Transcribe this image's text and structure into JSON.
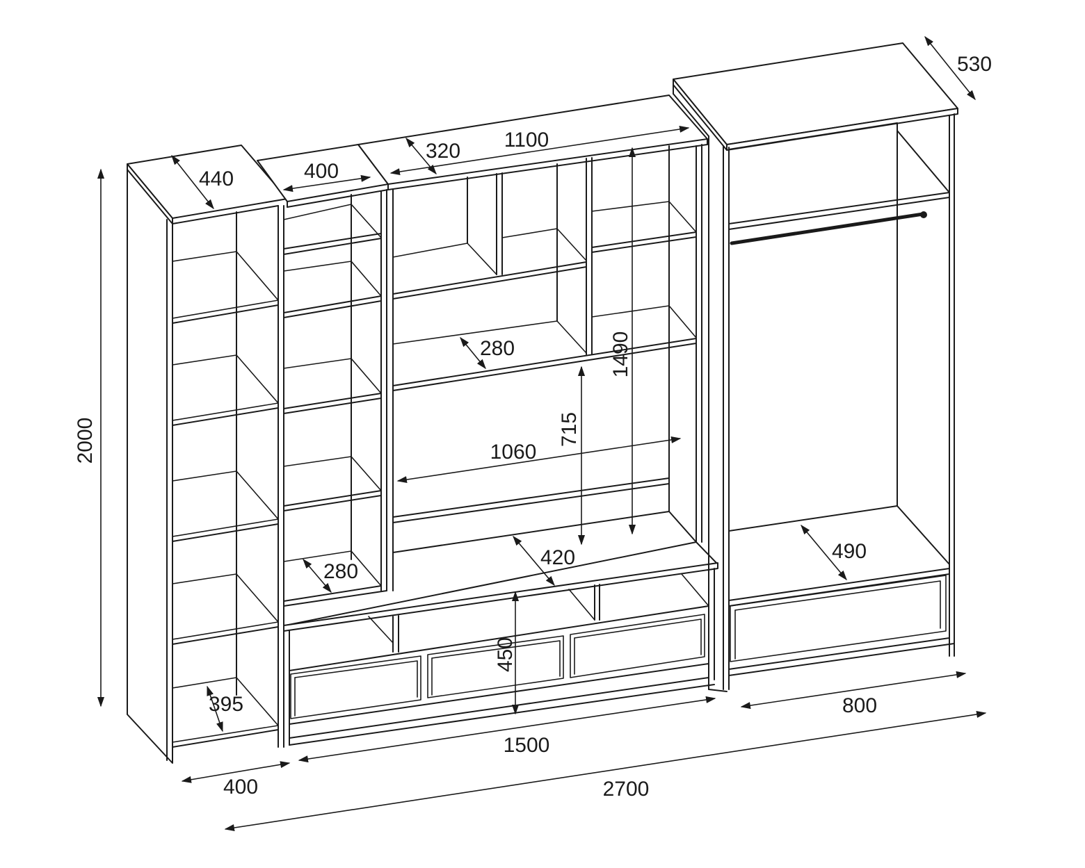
{
  "dimensions": {
    "total_height": "2000",
    "left_depth": "440",
    "left_width": "400",
    "left_inner_depth": "395",
    "narrow_top_width": "400",
    "narrow_shelf_depth": "280",
    "center_top_depth": "320",
    "center_top_width": "1100",
    "center_shelf_depth": "280",
    "center_height": "1490",
    "tv_niche_height": "715",
    "tv_niche_width": "1060",
    "tv_base_depth": "420",
    "tv_base_height": "450",
    "center_width": "1500",
    "overall_width": "2700",
    "wardrobe_depth": "530",
    "wardrobe_inner_depth": "490",
    "wardrobe_width": "800"
  }
}
